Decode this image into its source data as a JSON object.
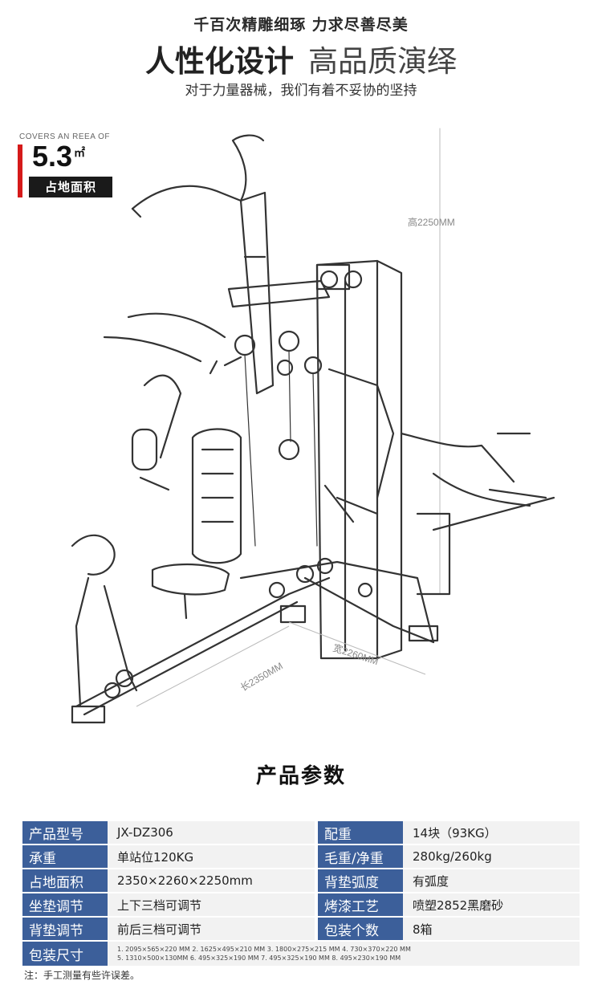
{
  "header": {
    "tagline": "千百次精雕细琢 力求尽善尽美",
    "headline_bold": "人性化设计",
    "headline_light": "高品质演绎",
    "subline": "对于力量器械，我们有着不妥协的坚持"
  },
  "area": {
    "english": "COVERS AN REEA OF",
    "value": "5.3",
    "unit": "㎡",
    "label": "占地面积"
  },
  "dimensions": {
    "height": "高2250MM",
    "width": "宽2260MM",
    "length": "长2350MM"
  },
  "params": {
    "title": "产品参数",
    "rows": [
      {
        "l1": "产品型号",
        "v1": "JX-DZ306",
        "l2": "配重",
        "v2": "14块（93KG）"
      },
      {
        "l1": "承重",
        "v1": "单站位120KG",
        "l2": "毛重/净重",
        "v2": "280kg/260kg"
      },
      {
        "l1": "占地面积",
        "v1": "2350×2260×2250mm",
        "l2": "背垫弧度",
        "v2": "有弧度"
      },
      {
        "l1": "坐垫调节",
        "v1": "上下三档可调节",
        "l2": "烤漆工艺",
        "v2": "喷塑2852黑磨砂"
      },
      {
        "l1": "背垫调节",
        "v1": "前后三档可调节",
        "l2": "包装个数",
        "v2": "8箱"
      }
    ],
    "pack_label": "包装尺寸",
    "pack_line1": "1. 2095×565×220 MM  2. 1625×495×210 MM  3. 1800×275×215 MM  4. 730×370×220 MM",
    "pack_line2": "5. 1310×500×130MM  6. 495×325×190 MM  7. 495×325×190 MM  8. 495×230×190 MM"
  },
  "note": "注：手工测量有些许误差。",
  "colors": {
    "accent_red": "#d51a1a",
    "label_blue": "#3c5f9a",
    "value_bg": "#f2f2f2"
  }
}
